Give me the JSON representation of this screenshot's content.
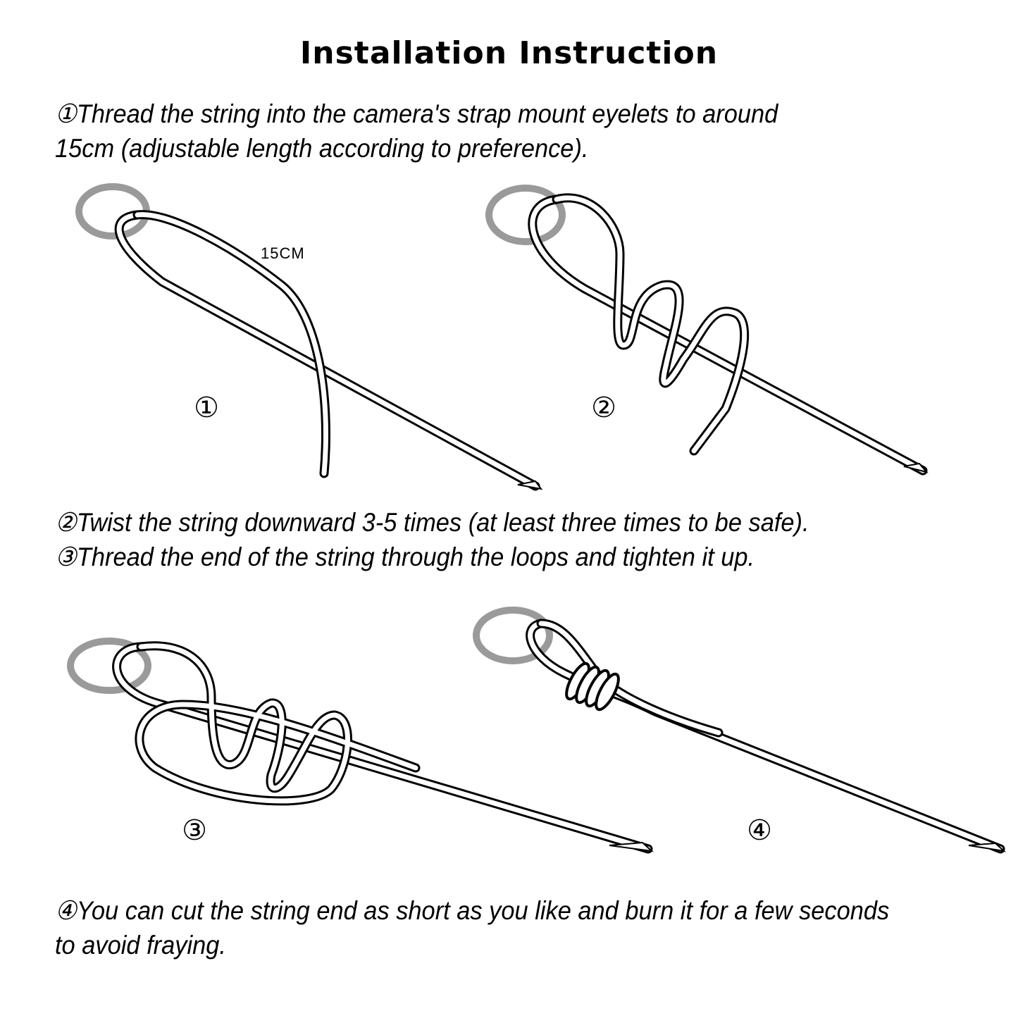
{
  "title": "Installation Instruction",
  "instructions": {
    "step1": {
      "line1": "①Thread the string into the camera's strap mount eyelets to around",
      "line2": "15cm (adjustable length according to preference)."
    },
    "step2": "②Twist the string downward 3-5 times (at least three times to be safe).",
    "step3": "③Thread the end of the string through the loops and tighten it up.",
    "step4": {
      "line1": "④You can cut the string end as short as you like and burn it for a few seconds",
      "line2": "to avoid fraying."
    }
  },
  "figures": {
    "fig1": {
      "label": "①",
      "length_label": "15CM"
    },
    "fig2": {
      "label": "②"
    },
    "fig3": {
      "label": "③"
    },
    "fig4": {
      "label": "④"
    }
  },
  "colors": {
    "eyelet_ring": "#9a9a9a",
    "string_outline": "#000000",
    "string_fill": "#ffffff"
  }
}
